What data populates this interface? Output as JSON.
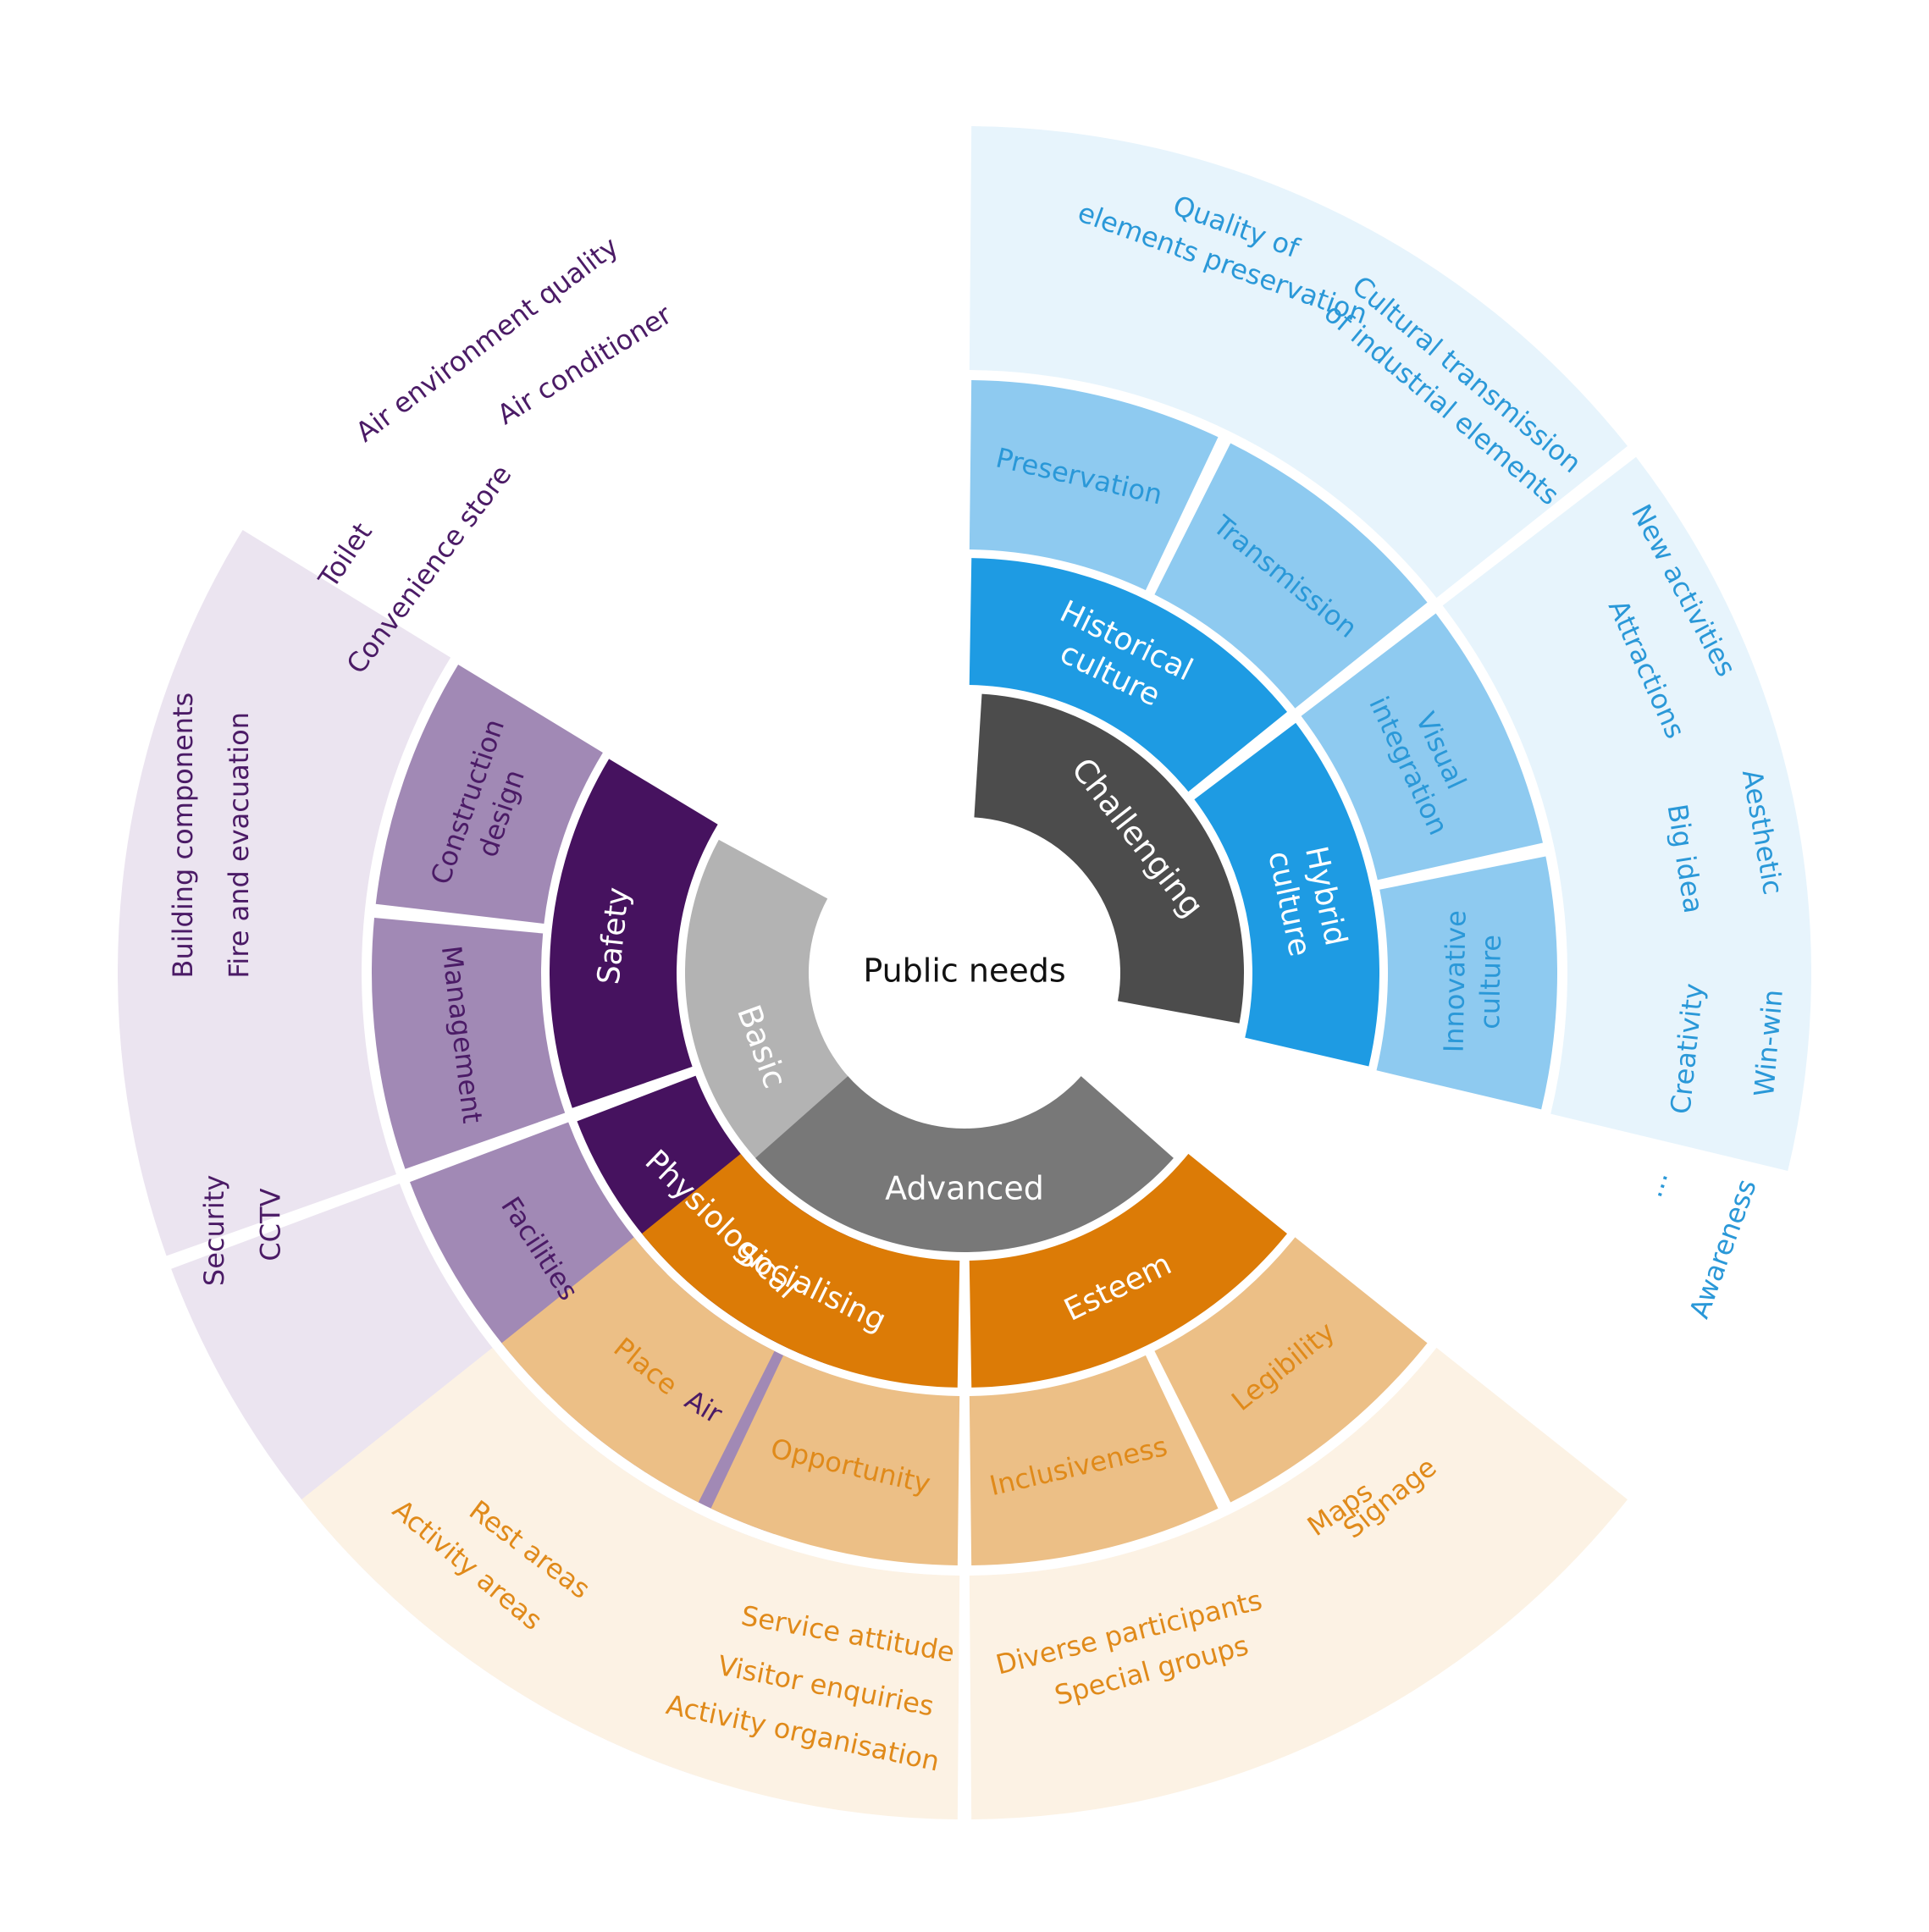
{
  "center": {
    "label": "Public needs"
  },
  "colors": {
    "purple_dark": "#46125f",
    "purple_mid": "#a189b5",
    "purple_light": "#ebe4f0",
    "purple_text": "#4b1b66",
    "blue_dark": "#1e9be3",
    "blue_mid": "#8ecaf0",
    "blue_light": "#e7f4fc",
    "blue_text": "#2a98d8",
    "orange_dark": "#dc7b06",
    "orange_mid": "#ecbf86",
    "orange_light": "#fcf2e4",
    "orange_text": "#e08a1a",
    "gray_light": "#b3b3b3",
    "gray_mid": "#787878",
    "gray_dark": "#4c4c4c"
  },
  "levels": [
    {
      "label": "Basic",
      "needs": [
        {
          "label": "Physiological",
          "factors": [
            {
              "label": "Air",
              "items": [
                "Air environment quality",
                "Air conditioner"
              ]
            },
            {
              "label": "Facilities",
              "items": [
                "Toilet",
                "Convenience store"
              ]
            }
          ]
        },
        {
          "label": "Safety",
          "factors": [
            {
              "label": "Management",
              "items": [
                "Security",
                "CCTV"
              ]
            },
            {
              "label": "Construction design",
              "items": [
                "Building components",
                "Fire and evacuation"
              ]
            }
          ]
        }
      ]
    },
    {
      "label": "Challenging",
      "needs": [
        {
          "label": "Historical culture",
          "factors": [
            {
              "label": "Preservation",
              "items": [
                "Quality of elements preservation"
              ]
            },
            {
              "label": "Transmission",
              "items": [
                "Cultural transmission of industrial elements"
              ]
            }
          ]
        },
        {
          "label": "Hybrid culture",
          "factors": [
            {
              "label": "Visual integration",
              "items": [
                "New activities",
                "Attractions",
                "Aesthetic",
                "Big idea"
              ]
            },
            {
              "label": "Innovative culture",
              "items": [
                "Win-win",
                "Creativity",
                "Awareness",
                "..."
              ]
            }
          ]
        }
      ]
    },
    {
      "label": "Advanced",
      "needs": [
        {
          "label": "Esteem",
          "factors": [
            {
              "label": "Legibility",
              "items": [
                "Maps",
                "Signage"
              ]
            },
            {
              "label": "Inclusiveness",
              "items": [
                "Diverse participants",
                "Special groups"
              ]
            }
          ]
        },
        {
          "label": "Socialising",
          "factors": [
            {
              "label": "Opportunity",
              "items": [
                "Service attitude",
                "Visitor enquiries",
                "Activity organisation"
              ]
            },
            {
              "label": "Place",
              "items": [
                "Rest areas",
                "Activity areas"
              ]
            }
          ]
        }
      ]
    }
  ]
}
